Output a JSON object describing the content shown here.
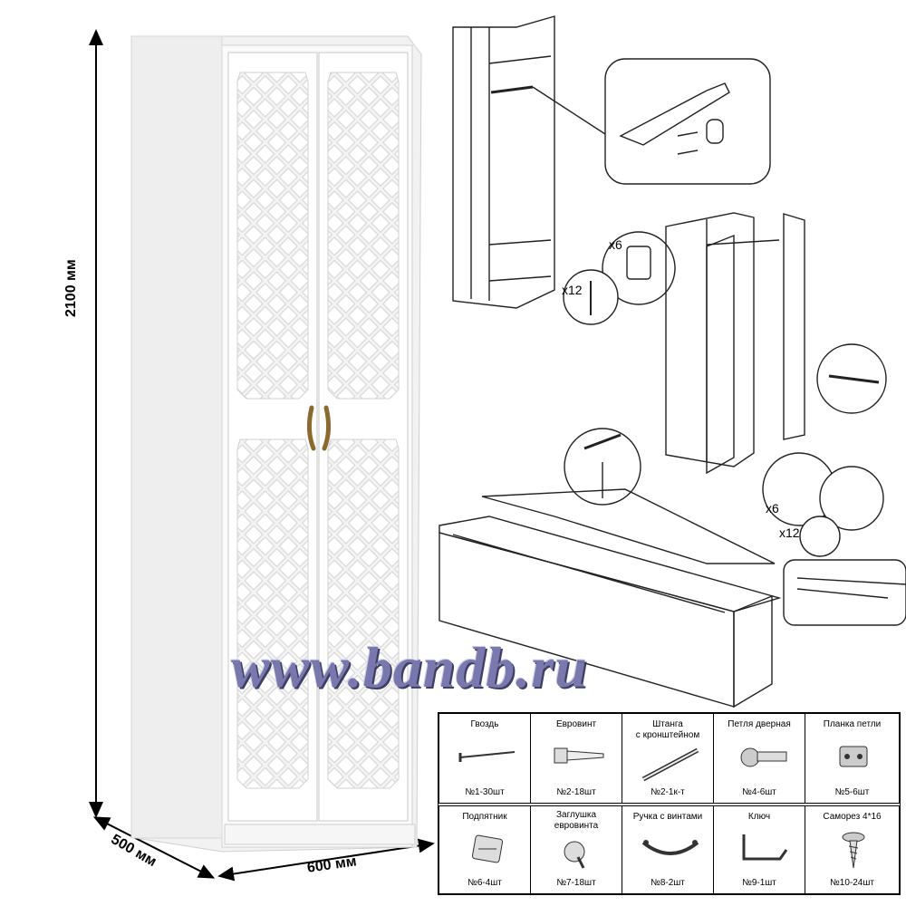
{
  "dimensions": {
    "height": "2100 мм",
    "depth": "500 мм",
    "width": "600 мм"
  },
  "watermark": "www.bandb.ru",
  "assembly_labels": {
    "hinge_qty": "x6",
    "screw_qty": "x12",
    "hinge_qty_2": "x6",
    "screw_qty_2": "x12"
  },
  "parts_table": [
    {
      "name": "Гвоздь",
      "count": "№1-30шт",
      "icon": "nail-icon"
    },
    {
      "name": "Евровинт",
      "count": "№2-18шт",
      "icon": "euroscrew-icon"
    },
    {
      "name": "Штанга\nс кронштейном",
      "count": "№2-1к-т",
      "icon": "rod-icon"
    },
    {
      "name": "Петля дверная",
      "count": "№4-6шт",
      "icon": "hinge-icon"
    },
    {
      "name": "Планка петли",
      "count": "№5-6шт",
      "icon": "hinge-plate-icon"
    },
    {
      "name": "Подпятник",
      "count": "№6-4шт",
      "icon": "foot-pad-icon"
    },
    {
      "name": "Заглушка\nевровинта",
      "count": "№7-18шт",
      "icon": "cap-icon"
    },
    {
      "name": "Ручка с винтами",
      "count": "№8-2шт",
      "icon": "handle-icon"
    },
    {
      "name": "Ключ",
      "count": "№9-1шт",
      "icon": "hex-key-icon"
    },
    {
      "name": "Саморез 4*16",
      "count": "№10-24шт",
      "icon": "self-tapping-screw-icon"
    }
  ]
}
